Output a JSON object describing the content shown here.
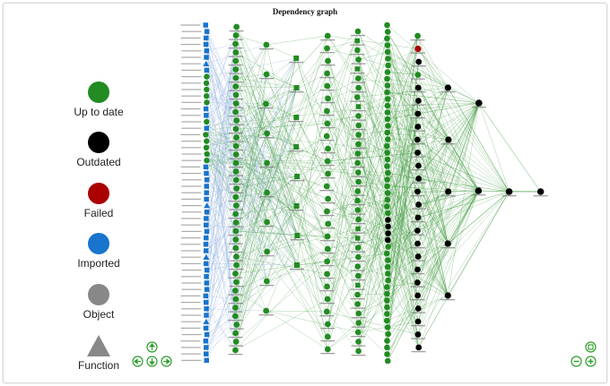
{
  "title": "Dependency graph",
  "legend": [
    {
      "label": "Up to date",
      "shape": "circle",
      "color": "#228b22"
    },
    {
      "label": "Outdated",
      "shape": "circle",
      "color": "#000000"
    },
    {
      "label": "Failed",
      "shape": "circle",
      "color": "#aa0000"
    },
    {
      "label": "Imported",
      "shape": "circle",
      "color": "#1874cd"
    },
    {
      "label": "Object",
      "shape": "circle",
      "color": "#888888"
    },
    {
      "label": "Function",
      "shape": "triangle",
      "color": "#888888"
    }
  ],
  "colors": {
    "edge": "#3f9a3f",
    "imported_edge": "#9bb8e0",
    "nav_icon": "#2e9e2e"
  },
  "nav_icons": [
    "zoom-in-icon",
    "move-left-icon",
    "move-up-icon",
    "move-right-icon",
    "fit-icon",
    "zoom-out-icon",
    "zoom-in-plus-icon"
  ]
}
